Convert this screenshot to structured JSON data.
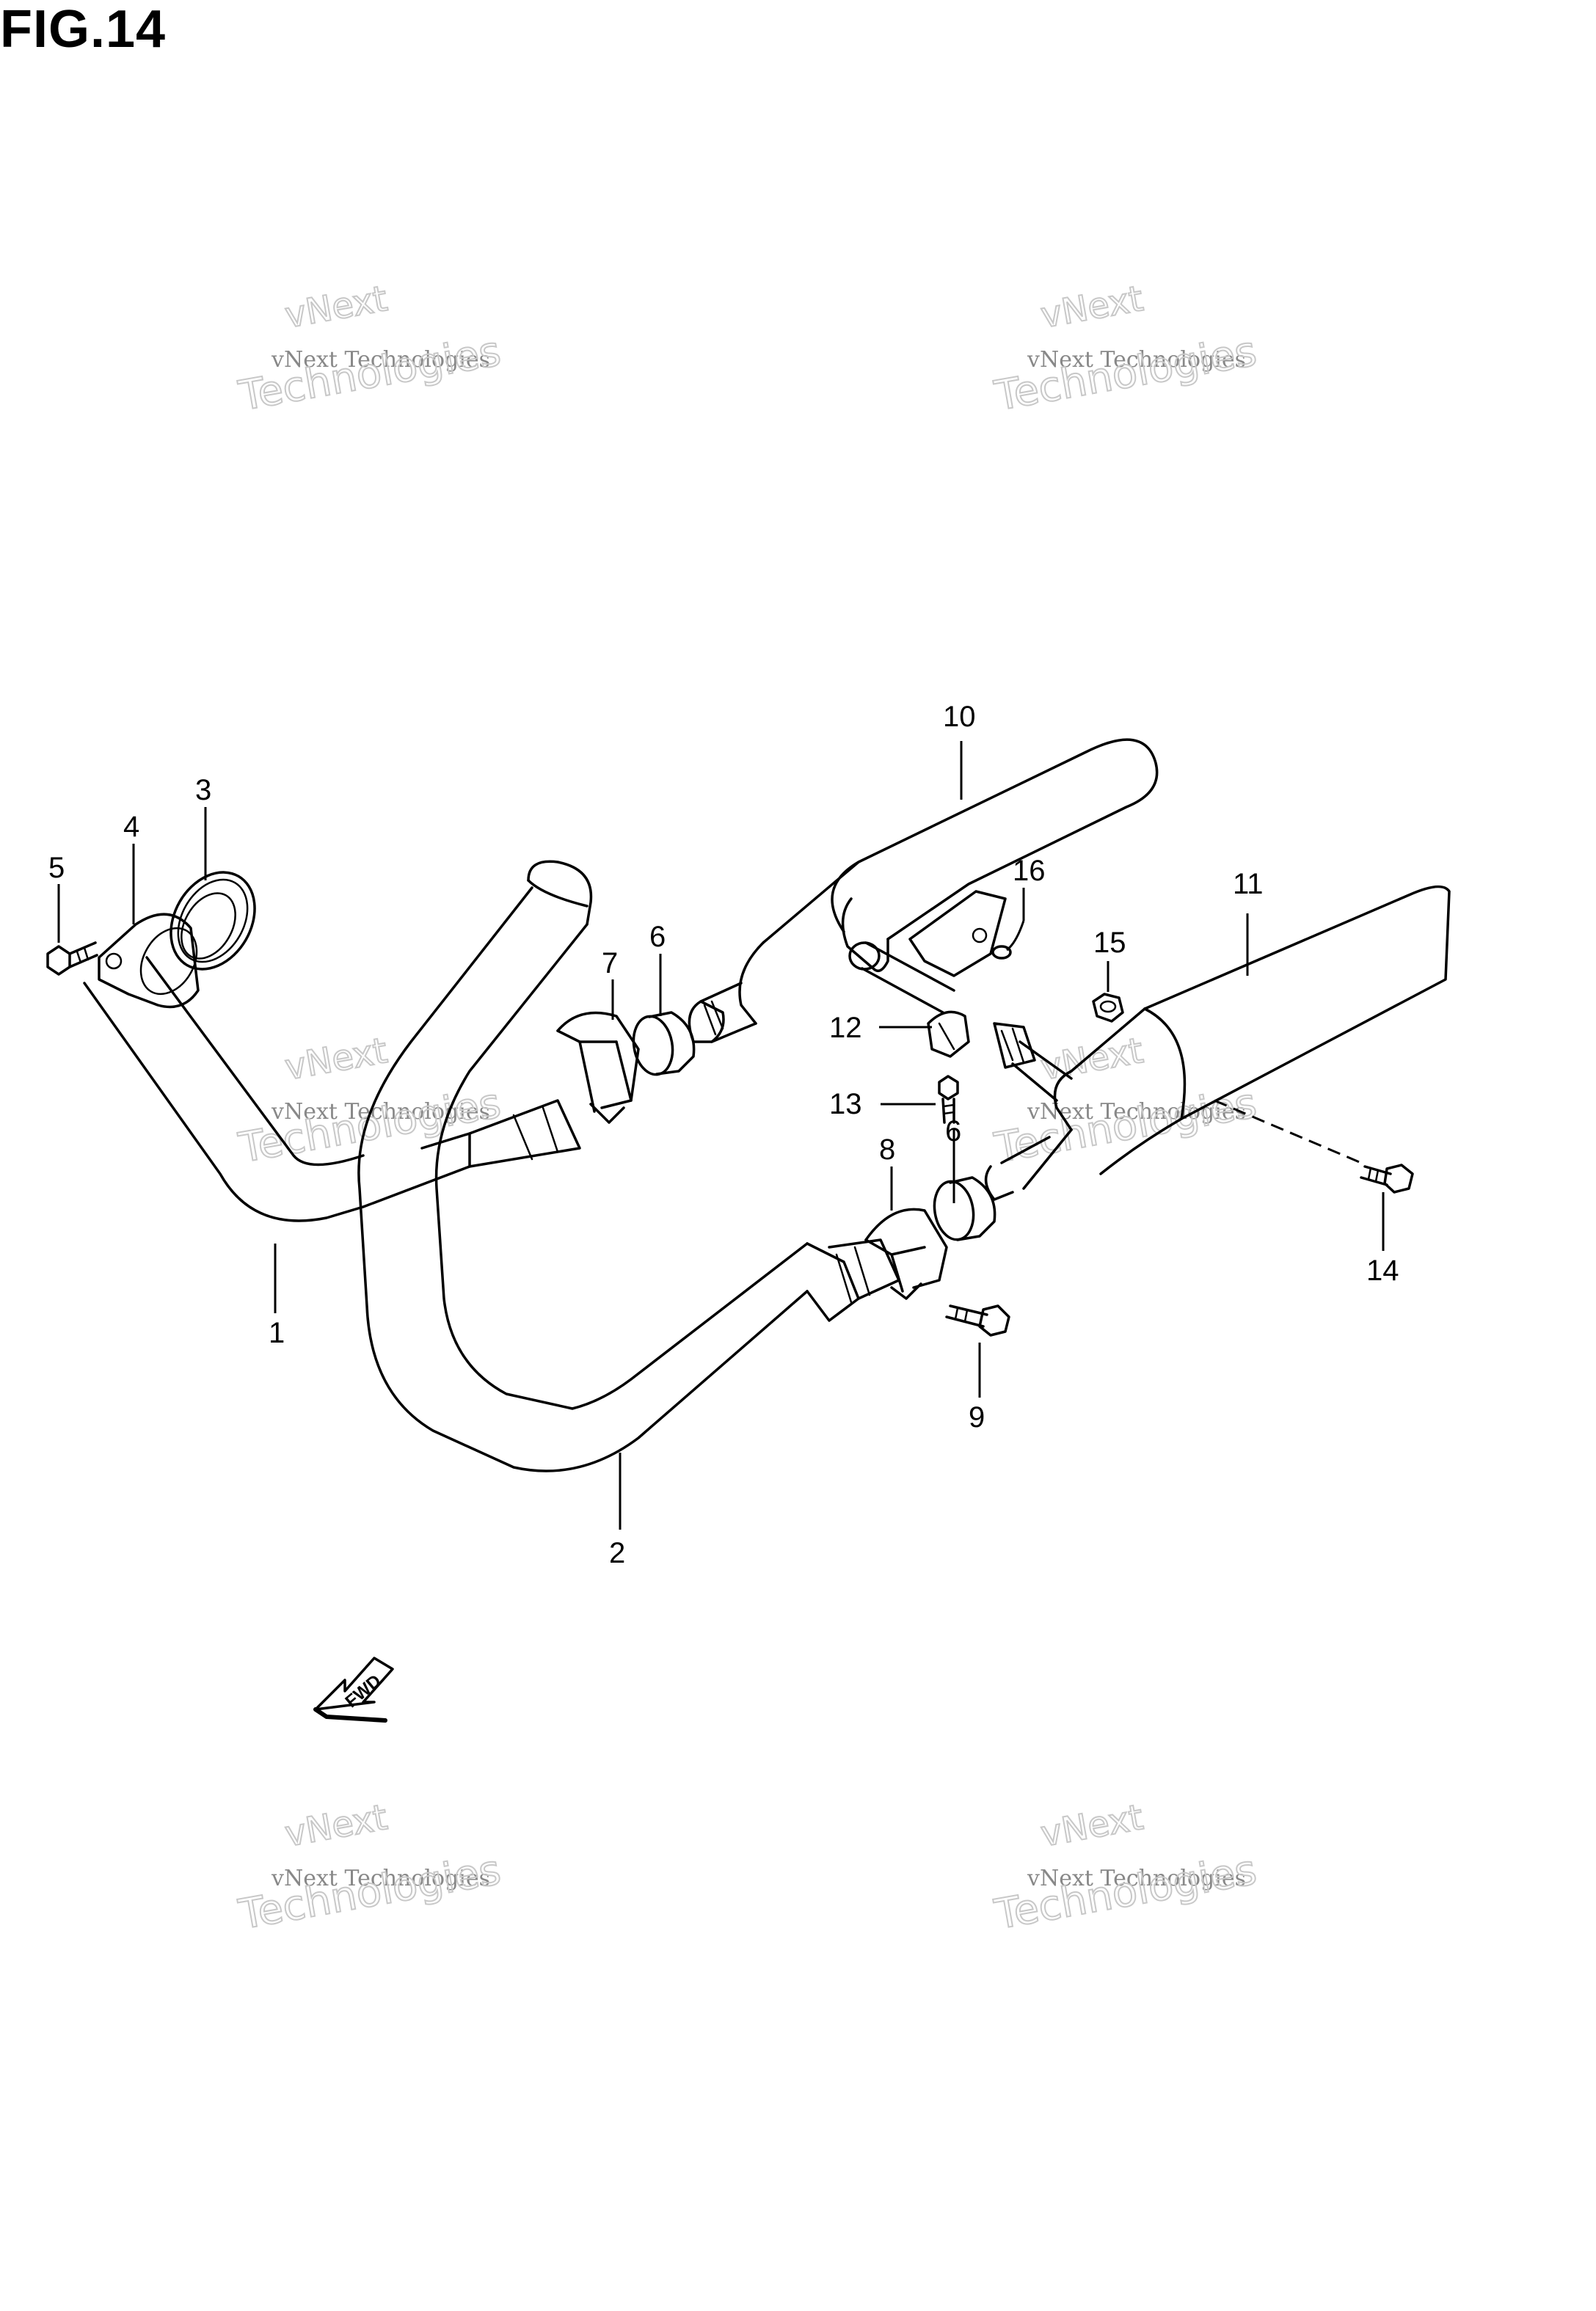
{
  "figure": {
    "title": "FIG.14"
  },
  "watermark": {
    "line1": "vNext",
    "line2": "vNext Technologies",
    "line3": "Technologies"
  },
  "fwd_label": "FWD",
  "callouts": [
    "1",
    "2",
    "3",
    "4",
    "5",
    "6",
    "6",
    "7",
    "8",
    "9",
    "10",
    "11",
    "12",
    "13",
    "14",
    "15",
    "16"
  ]
}
